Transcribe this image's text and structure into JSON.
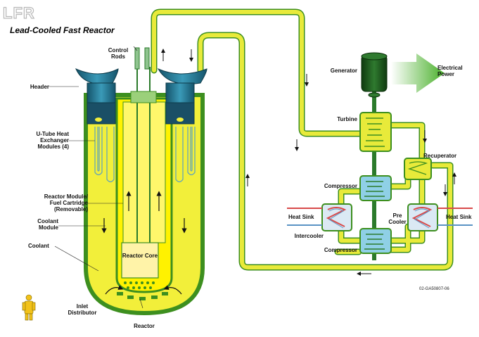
{
  "logo_text": "LFR",
  "title": "Lead-Cooled Fast Reactor",
  "labels": {
    "control_rods": "Control\nRods",
    "header": "Header",
    "u_tube": "U-Tube Heat\nExchanger\nModules (4)",
    "reactor_module": "Reactor Module/\nFuel Cartridge\n(Removable)",
    "coolant_module": "Coolant\nModule",
    "coolant": "Coolant",
    "reactor_core": "Reactor\nCore",
    "inlet_distributor": "Inlet\nDistributor",
    "reactor": "Reactor",
    "generator": "Generator",
    "electrical_power": "Electrical\nPower",
    "turbine": "Turbine",
    "recuperator": "Recuperator",
    "compressor_top": "Compressor",
    "compressor_bottom": "Compressor",
    "heat_sink_left": "Heat Sink",
    "heat_sink_right": "Heat Sink",
    "pre_cooler": "Pre\nCooler",
    "intercooler": "Intercooler",
    "figure_code": "02-GA50807-06"
  },
  "colors": {
    "vessel_green": "#3d8f1f",
    "coolant_yellow": "#f2ef3a",
    "core_yellow": "#fff200",
    "pipe_yellow": "#e8ea3a",
    "module_blue": "#1f6f8b",
    "generator_green": "#1c5a1c",
    "arrow_green": "#4caf2a",
    "cooler_blue": "#7fb2d8",
    "cooler_red": "#d84a4a"
  }
}
